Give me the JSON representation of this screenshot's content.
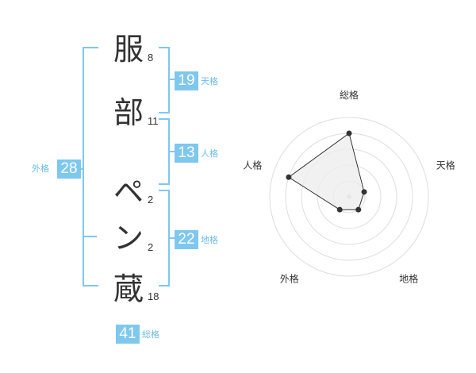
{
  "characters": [
    {
      "char": "服",
      "strokes": "8"
    },
    {
      "char": "部",
      "strokes": "11"
    },
    {
      "char": "ペ",
      "strokes": "2"
    },
    {
      "char": "ン",
      "strokes": "2"
    },
    {
      "char": "蔵",
      "strokes": "18"
    }
  ],
  "kakusu": {
    "tenkaku": {
      "value": "19",
      "label": "天格"
    },
    "jinkaku": {
      "value": "13",
      "label": "人格"
    },
    "chikaku": {
      "value": "22",
      "label": "地格"
    },
    "gaikaku": {
      "value": "28",
      "label": "外格"
    },
    "soukaku": {
      "value": "41",
      "label": "総格"
    }
  },
  "chart_data": {
    "type": "radar",
    "axes": [
      "総格",
      "天格",
      "地格",
      "外格",
      "人格"
    ],
    "values": [
      4.0,
      1.0,
      1.0,
      1.0,
      4.0
    ],
    "rmax": 5,
    "rings": 5,
    "fill": "#eeeeee",
    "line": "#333333"
  },
  "colors": {
    "accent": "#7ec8ef"
  }
}
